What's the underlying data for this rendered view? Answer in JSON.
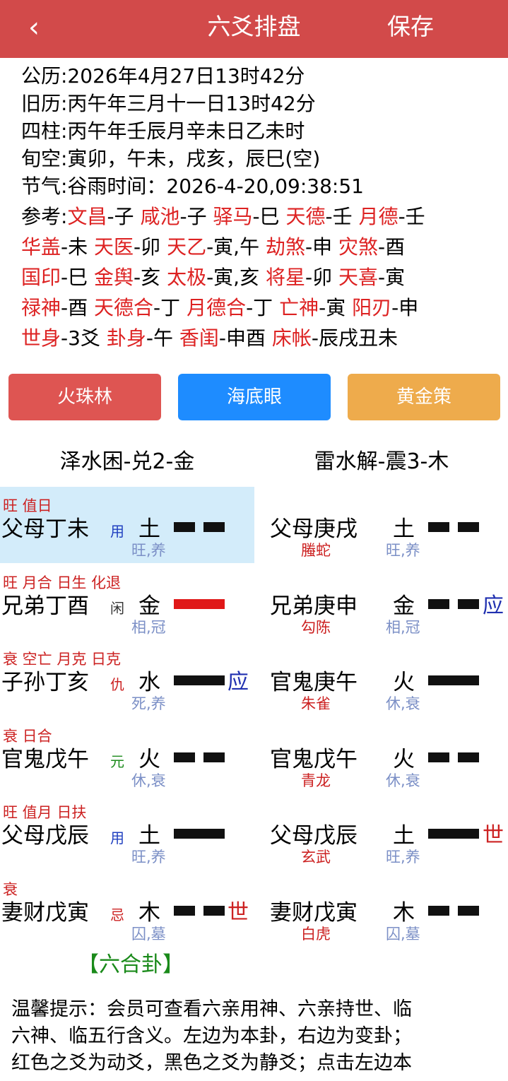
{
  "header": {
    "back_icon": "‹",
    "title": "六爻排盘",
    "save_label": "保存",
    "bg_color": "#d24a4a"
  },
  "info": {
    "gongli": "公历:2026年4月27日13时42分",
    "jiuli": "旧历:丙午年三月十一日13时42分",
    "sizhu": "四柱:丙午年壬辰月辛未日乙未时",
    "xunkong": "旬空:寅卯，午未，戌亥，辰巳(空)",
    "jieqi": "节气:谷雨时间：2026-4-20,09:38:51"
  },
  "refs": {
    "prefix": "参考:",
    "lines": [
      [
        {
          "name": "文昌",
          "val": "-子 "
        },
        {
          "name": "咸池",
          "val": "-子 "
        },
        {
          "name": "驿马",
          "val": "-巳 "
        },
        {
          "name": "天德",
          "val": "-壬 "
        },
        {
          "name": "月德",
          "val": "-壬"
        }
      ],
      [
        {
          "name": "华盖",
          "val": "-未 "
        },
        {
          "name": "天医",
          "val": "-卯 "
        },
        {
          "name": "天乙",
          "val": "-寅,午 "
        },
        {
          "name": "劫煞",
          "val": "-申 "
        },
        {
          "name": "灾煞",
          "val": "-酉"
        }
      ],
      [
        {
          "name": "国印",
          "val": "-巳 "
        },
        {
          "name": "金舆",
          "val": "-亥 "
        },
        {
          "name": "太极",
          "val": "-寅,亥 "
        },
        {
          "name": "将星",
          "val": "-卯 "
        },
        {
          "name": "天喜",
          "val": "-寅"
        }
      ],
      [
        {
          "name": "禄神",
          "val": "-酉 "
        },
        {
          "name": "天德合",
          "val": "-丁 "
        },
        {
          "name": "月德合",
          "val": "-丁 "
        },
        {
          "name": "亡神",
          "val": "-寅 "
        },
        {
          "name": "阳刃",
          "val": "-申"
        }
      ],
      [
        {
          "name": "世身",
          "val": "-3爻 "
        },
        {
          "name": "卦身",
          "val": "-午 "
        },
        {
          "name": "香闺",
          "val": "-申酉 "
        },
        {
          "name": "床帐",
          "val": "-辰戌丑未"
        }
      ]
    ]
  },
  "buttons": [
    {
      "label": "火珠林",
      "color": "#de5552"
    },
    {
      "label": "海底眼",
      "color": "#1e8cff"
    },
    {
      "label": "黄金策",
      "color": "#eeab4c"
    }
  ],
  "hexagrams": {
    "ben": "泽水困-兑2-金",
    "bian": "雷水解-震3-木"
  },
  "rows": [
    {
      "tags": "旺 值日",
      "name": "父母丁未",
      "rel": "用",
      "rel_color": "#2040c0",
      "el": "土",
      "wx": "旺,养",
      "yang": false,
      "moving": false,
      "mark": "",
      "highlight": true,
      "b_name": "父母庚戌",
      "b_el": "土",
      "b_wx": "旺,养",
      "b_god": "螣蛇",
      "b_yang": false,
      "b_mark": ""
    },
    {
      "tags": "旺 月合 日生 化退",
      "name": "兄弟丁酉",
      "rel": "闲",
      "rel_color": "#333333",
      "el": "金",
      "wx": "相,冠",
      "yang": true,
      "moving": true,
      "mark": "",
      "highlight": false,
      "b_name": "兄弟庚申",
      "b_el": "金",
      "b_wx": "相,冠",
      "b_god": "勾陈",
      "b_yang": false,
      "b_mark": "应"
    },
    {
      "tags": "衰 空亡 月克 日克",
      "name": "子孙丁亥",
      "rel": "仇",
      "rel_color": "#cc2222",
      "el": "水",
      "wx": "死,养",
      "yang": true,
      "moving": false,
      "mark": "应",
      "highlight": false,
      "b_name": "官鬼庚午",
      "b_el": "火",
      "b_wx": "休,衰",
      "b_god": "朱雀",
      "b_yang": true,
      "b_mark": ""
    },
    {
      "tags": "衰 日合",
      "name": "官鬼戊午",
      "rel": "元",
      "rel_color": "#1a8a1a",
      "el": "火",
      "wx": "休,衰",
      "yang": false,
      "moving": false,
      "mark": "",
      "highlight": false,
      "b_name": "官鬼戊午",
      "b_el": "火",
      "b_wx": "休,衰",
      "b_god": "青龙",
      "b_yang": false,
      "b_mark": ""
    },
    {
      "tags": "旺 值月 日扶",
      "name": "父母戊辰",
      "rel": "用",
      "rel_color": "#2040c0",
      "el": "土",
      "wx": "旺,养",
      "yang": true,
      "moving": false,
      "mark": "",
      "highlight": false,
      "b_name": "父母戊辰",
      "b_el": "土",
      "b_wx": "旺,养",
      "b_god": "玄武",
      "b_yang": true,
      "b_mark": "世"
    },
    {
      "tags": "衰",
      "name": "妻财戊寅",
      "rel": "忌",
      "rel_color": "#cc2222",
      "el": "木",
      "wx": "囚,墓",
      "yang": false,
      "moving": false,
      "mark": "世",
      "highlight": false,
      "b_name": "妻财戊寅",
      "b_el": "木",
      "b_wx": "囚,墓",
      "b_god": "白虎",
      "b_yang": false,
      "b_mark": ""
    }
  ],
  "liuhe": "【六合卦】",
  "tip": [
    "温馨提示：会员可查看六亲用神、六亲持世、临",
    "六神、临五行含义。左边为本卦，右边为变卦；",
    "红色之爻为动爻，黑色之爻为静爻；点击左边本"
  ],
  "colors": {
    "moving_line": "#e01818",
    "static_line": "#111111",
    "ying_mark": "#2030b0",
    "shi_mark": "#cc2222"
  }
}
